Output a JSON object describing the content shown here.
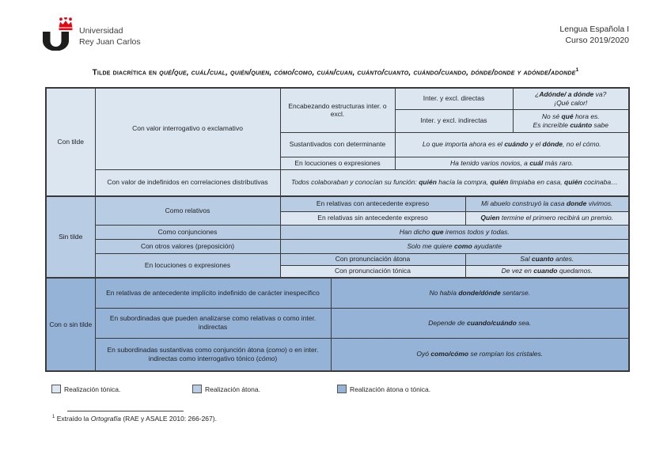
{
  "header": {
    "university_line1": "Universidad",
    "university_line2": "Rey Juan Carlos",
    "course_line1": "Lengua Española I",
    "course_line2": "Curso 2019/2020"
  },
  "title": {
    "lead": "Tilde diacrítica en ",
    "pairs": "qué/que, cuál/cual, quién/quien, cómo/como, cuán/cuan, cuánto/cuanto, cuándo/cuando, dónde/donde y adónde/adonde",
    "footnote_mark": "1"
  },
  "table": {
    "sections": {
      "con_tilde": {
        "label": "Con tilde",
        "interrogativo": "Con valor interrogativo o exclamativo",
        "encabezando": "Encabezando estructuras inter. o excl.",
        "directas": "Inter. y excl. directas",
        "directas_ej": "¿**Adónde/ a dónde** va?\n¡Qué calor!",
        "indirectas": "Inter. y excl. indirectas",
        "indirectas_ej": "No sé **qué** hora es.\nEs increíble **cuánto** sabe",
        "sustantivados": "Sustantivados con determinante",
        "sustantivados_ej": "Lo que importa ahora es el **cuándo** y el **dónde**, no el cómo.",
        "locuciones": "En locuciones o expresiones",
        "locuciones_ej": "Ha tenido varios novios, a **cuál** más raro.",
        "indefinidos": "Con valor de indefinidos en correlaciones distributivas",
        "indefinidos_ej": "Todos colaboraban y conocían su función: **quién** hacía la compra, **quién** limpiaba en casa, **quién** cocinaba…"
      },
      "sin_tilde": {
        "label": "Sin tilde",
        "relativos": "Como relativos",
        "con_antecedente": "En relativas con antecedente expreso",
        "con_antecedente_ej": "Mi abuelo construyó la casa **donde** vivimos.",
        "sin_antecedente": "En relativas sin antecedente expreso",
        "sin_antecedente_ej": "**Quien** termine el primero recibirá un premio.",
        "conjunciones": "Como conjunciones",
        "conjunciones_ej": "Han dicho **que** iremos todos y todas.",
        "otros_valores": "Con otros valores (preposición)",
        "otros_valores_ej": "Solo me quiere **como** ayudante",
        "locuciones": "En locuciones o expresiones",
        "atona": "Con pronunciación átona",
        "atona_ej": "Sal **cuanto** antes.",
        "tonica": "Con pronunciación tónica",
        "tonica_ej": "De vez en **cuando** quedamos."
      },
      "con_o_sin_tilde": {
        "label": "Con o sin tilde",
        "relativas_implicito": "En relativas de antecedente implícito indefinido de carácter inespecífico",
        "relativas_implicito_ej": "No había **donde/dónde** sentarse.",
        "subordinadas_analizarse": "En subordinadas que pueden analizarse como relativas o como inter. indirectas",
        "subordinadas_analizarse_ej": "Depende de **cuando/cuándo** sea.",
        "subordinadas_sustantivas": "En subordinadas sustantivas como conjunción átona (*como*) o en inter. indirectas como interrogativo tónico (*cómo*)",
        "subordinadas_sustantivas_ej": "Oyó **como/cómo** se rompían los cristales."
      }
    }
  },
  "legend": {
    "tonica_label": "Realización tónica.",
    "atona_label": "Realización átona.",
    "atona_tonica_label": "Realización átona o tónica."
  },
  "footnote": {
    "mark": "1",
    "text": " Extraído la *Ortografía* (RAE y ASALE 2010: 266-267)."
  },
  "colors": {
    "realizacion_tonica": "#dce6f1",
    "realizacion_atona": "#b8cce4",
    "realizacion_atona_o_tonica": "#95b3d7",
    "logo_crown_red": "#e30613",
    "border": "#3a3a3a"
  }
}
